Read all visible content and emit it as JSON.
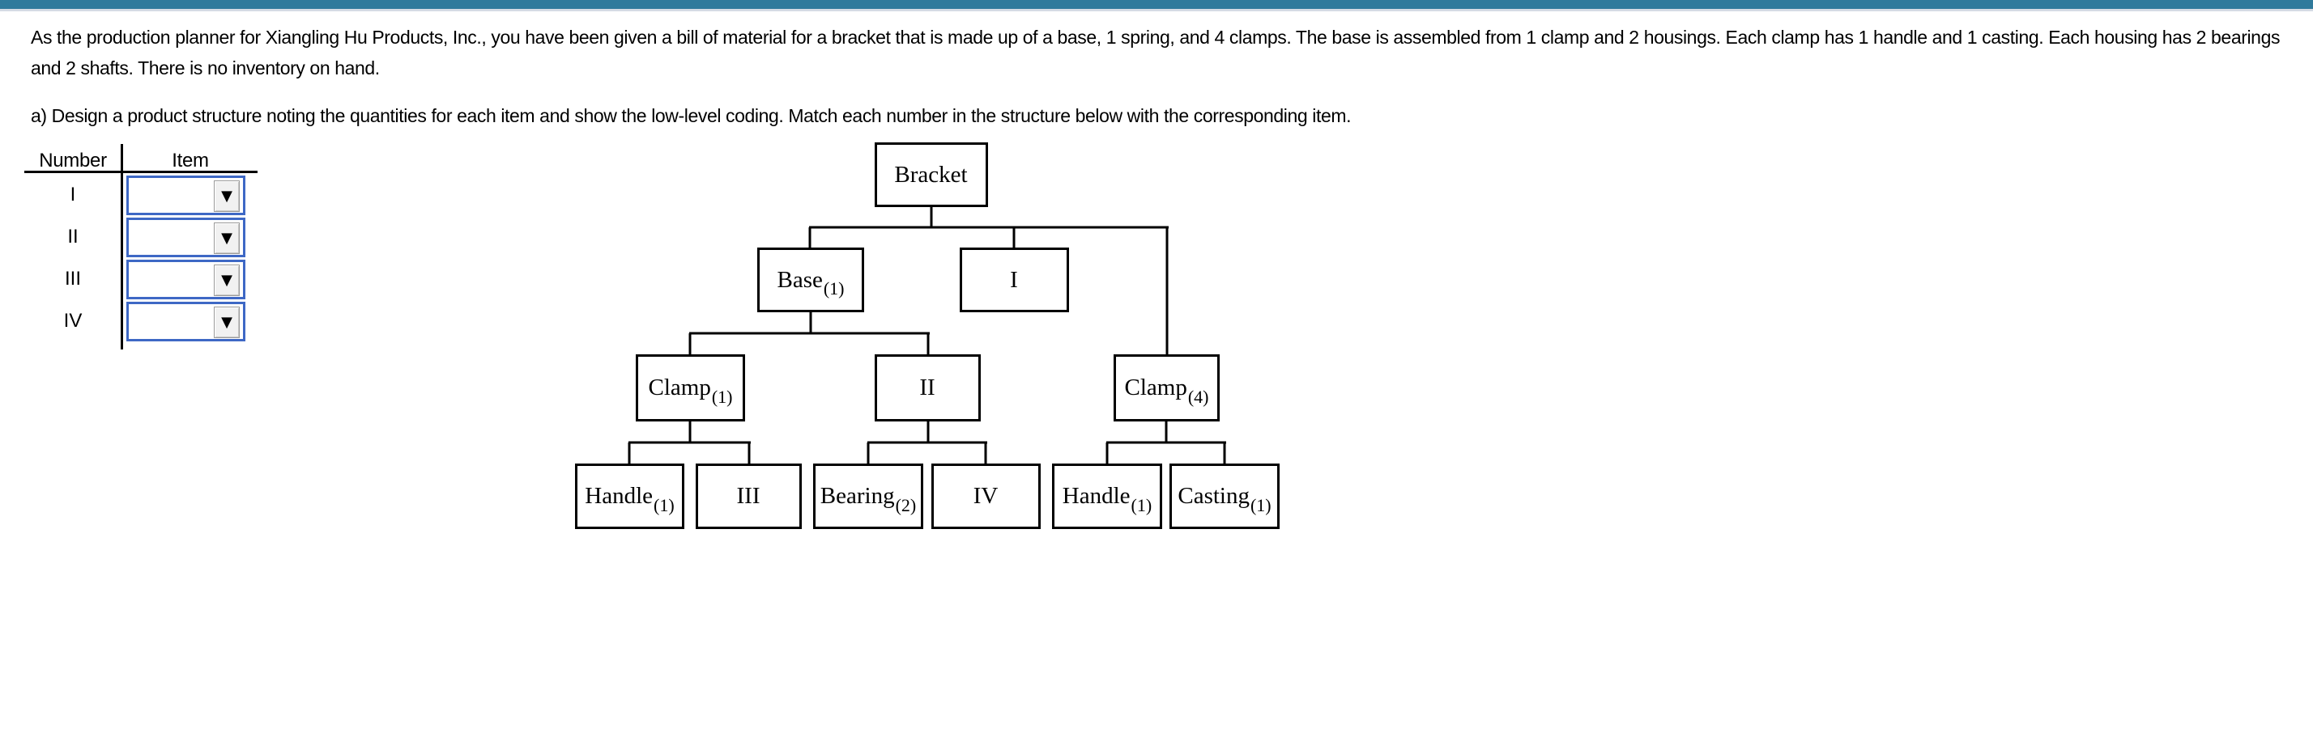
{
  "colors": {
    "accent_bar": "#307a9c",
    "select_border": "#3e68c5",
    "line_color": "#000000"
  },
  "problem": {
    "intro": "As the production planner for Xiangling Hu Products, Inc., you have been given a bill of material for a bracket that is made up of a base, 1 spring, and 4 clamps. The base is assembled from 1 clamp and 2 housings. Each clamp has 1 handle and 1 casting. Each housing has 2 bearings and 2 shafts. There is no inventory on hand.",
    "part_a": "a) Design a product structure noting the quantities for each item and show the low-level coding. Match each number in the structure below with the corresponding item."
  },
  "match_table": {
    "headers": {
      "number": "Number",
      "item": "Item"
    },
    "dropdown_icon": "▼",
    "rows": [
      {
        "number": "I",
        "selected": ""
      },
      {
        "number": "II",
        "selected": ""
      },
      {
        "number": "III",
        "selected": ""
      },
      {
        "number": "IV",
        "selected": ""
      }
    ]
  },
  "tree": {
    "nodes": [
      {
        "label": "Bracket",
        "qty": ""
      },
      {
        "label": "Base",
        "qty": "(1)"
      },
      {
        "label": "I",
        "qty": ""
      },
      {
        "label": "Clamp",
        "qty": "(1)"
      },
      {
        "label": "II",
        "qty": ""
      },
      {
        "label": "Clamp",
        "qty": "(4)"
      },
      {
        "label": "Handle",
        "qty": "(1)"
      },
      {
        "label": "III",
        "qty": ""
      },
      {
        "label": "Bearing",
        "qty": "(2)"
      },
      {
        "label": "IV",
        "qty": ""
      },
      {
        "label": "Handle",
        "qty": "(1)"
      },
      {
        "label": "Casting",
        "qty": "(1)"
      }
    ]
  }
}
